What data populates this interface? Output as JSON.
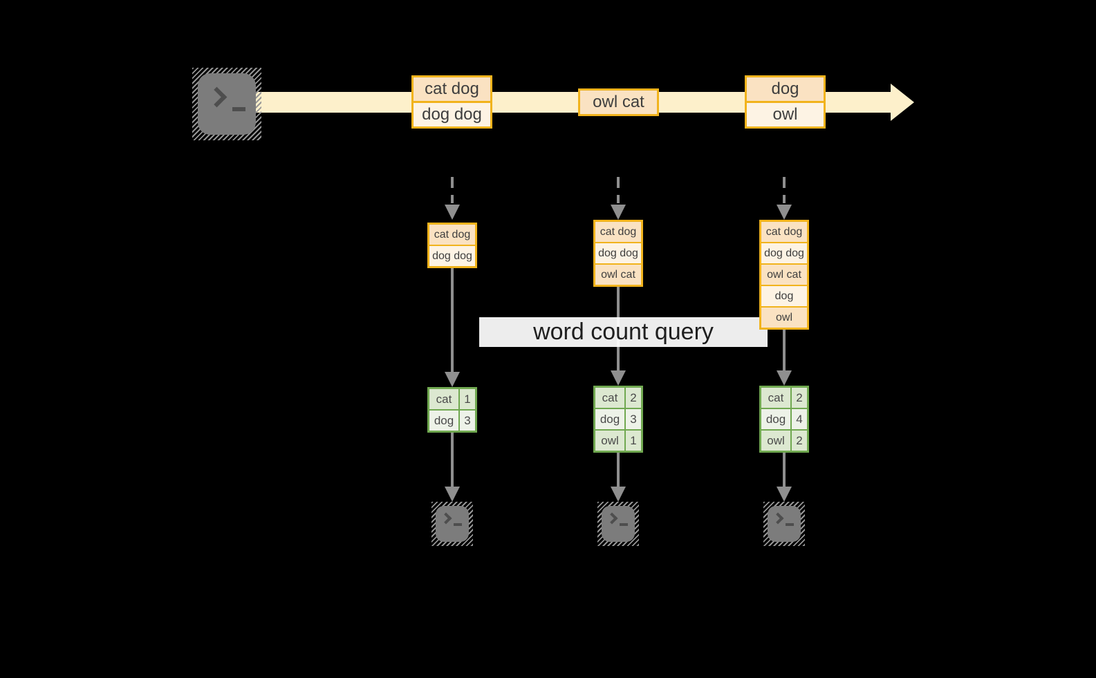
{
  "query": {
    "label": "word count query"
  },
  "stream": {
    "events": [
      {
        "lines": [
          "cat dog",
          "dog dog"
        ]
      },
      {
        "lines": [
          "owl cat"
        ]
      },
      {
        "lines": [
          "dog",
          "owl"
        ]
      }
    ]
  },
  "columns": [
    {
      "buffer": [
        "cat dog",
        "dog dog"
      ],
      "counts": [
        {
          "word": "cat",
          "value": "1"
        },
        {
          "word": "dog",
          "value": "3"
        }
      ]
    },
    {
      "buffer": [
        "cat dog",
        "dog dog",
        "owl cat"
      ],
      "counts": [
        {
          "word": "cat",
          "value": "2"
        },
        {
          "word": "dog",
          "value": "3"
        },
        {
          "word": "owl",
          "value": "1"
        }
      ]
    },
    {
      "buffer": [
        "cat dog",
        "dog dog",
        "owl cat",
        "dog",
        "owl"
      ],
      "counts": [
        {
          "word": "cat",
          "value": "2"
        },
        {
          "word": "dog",
          "value": "4"
        },
        {
          "word": "owl",
          "value": "2"
        }
      ]
    }
  ],
  "icons": {
    "source_terminal": "terminal-prompt-icon",
    "output_terminal": "terminal-prompt-icon",
    "stream_arrow": "right-arrow-icon",
    "ingest_arrow": "dashed-down-arrow-icon",
    "flow_arrow": "down-arrow-icon"
  },
  "colors": {
    "background": "#000000",
    "stream_band": "#fdf0cb",
    "event_border": "#f1b31c",
    "event_fill_dark": "#fae2c2",
    "event_fill_light": "#fdf3e4",
    "table_border": "#70a850",
    "table_fill_dark": "#dce8d0",
    "table_fill_light": "#edf2e8",
    "arrow_gray": "#8f8f8f",
    "terminal_gray": "#7c7c7c",
    "query_band": "#ffffff"
  }
}
